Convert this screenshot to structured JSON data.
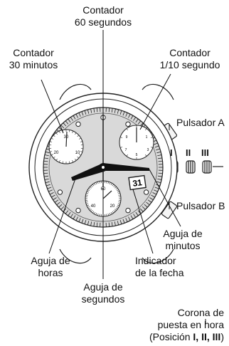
{
  "labels": {
    "counter_60s": [
      "Contador",
      "60 segundos"
    ],
    "counter_30min": [
      "Contador",
      "30 minutos"
    ],
    "counter_tenth": [
      "Contador",
      "1/10 segundo"
    ],
    "pusher_a": "Pulsador A",
    "pusher_b": "Pulsador B",
    "minute_hand": [
      "Aguja de",
      "minutos"
    ],
    "hour_hand": [
      "Aguja de",
      "horas"
    ],
    "date_indicator": [
      "Indicador",
      "de la fecha"
    ],
    "seconds_hand": [
      "Aguja de",
      "segundos"
    ],
    "crown": {
      "line1": "Corona de",
      "line2": "puesta en hora",
      "line3_prefix": "(Posición ",
      "line3_bold": "I, II, III",
      "line3_suffix": ")"
    }
  },
  "crown_positions": [
    "I",
    "II",
    "III"
  ],
  "date_value": "31",
  "subdial_30min": [
    "30",
    "10",
    "20"
  ],
  "subdial_tenth": [
    "1",
    "3",
    "5",
    "7",
    "9"
  ],
  "subdial_seconds": [
    "60",
    "20",
    "40"
  ]
}
